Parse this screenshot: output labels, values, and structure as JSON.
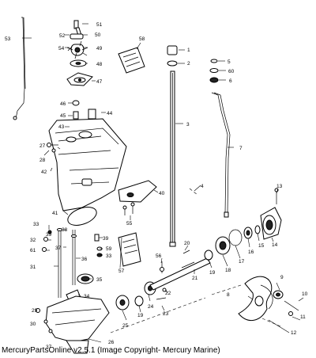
{
  "caption": "MercuryPartsOnline v2.5.1 (Image Copyright- Mercury Marine)",
  "callouts": [
    "1",
    "2",
    "3",
    "4",
    "5",
    "6",
    "7",
    "8",
    "9",
    "10",
    "11",
    "12",
    "13",
    "14",
    "15",
    "16",
    "17",
    "18",
    "19",
    "20",
    "21",
    "22",
    "23",
    "24",
    "25",
    "26",
    "27",
    "28",
    "29",
    "30",
    "31",
    "32",
    "33",
    "34",
    "35",
    "36",
    "37",
    "38",
    "39",
    "40",
    "41",
    "42",
    "43",
    "44",
    "45",
    "46",
    "47",
    "48",
    "49",
    "50",
    "51",
    "52",
    "53",
    "54",
    "55",
    "56",
    "57",
    "58",
    "59",
    "60",
    "61"
  ]
}
